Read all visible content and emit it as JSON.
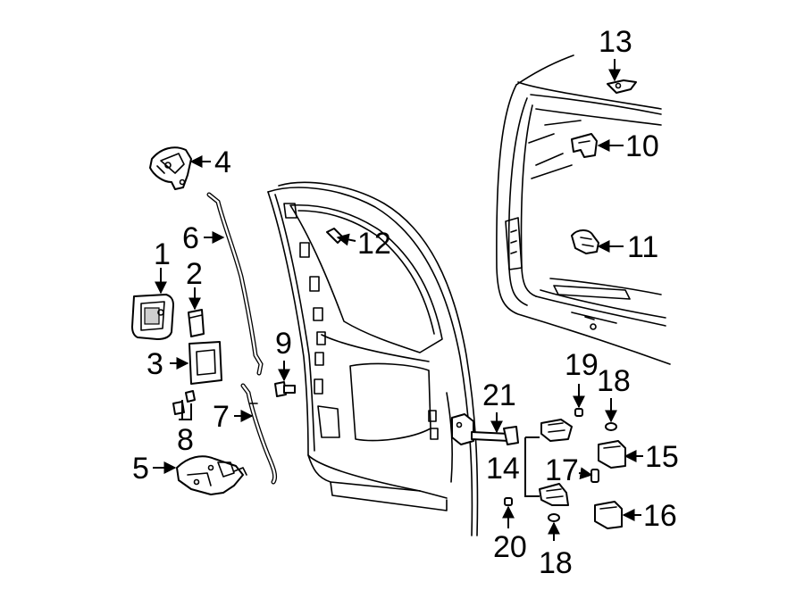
{
  "callouts": {
    "c1": "1",
    "c2": "2",
    "c3": "3",
    "c4": "4",
    "c5": "5",
    "c6": "6",
    "c7": "7",
    "c8": "8",
    "c9": "9",
    "c10": "10",
    "c11": "11",
    "c12": "12",
    "c13": "13",
    "c14": "14",
    "c15": "15",
    "c16": "16",
    "c17": "17",
    "c18a": "18",
    "c18b": "18",
    "c19": "19",
    "c20": "20",
    "c21": "21"
  }
}
